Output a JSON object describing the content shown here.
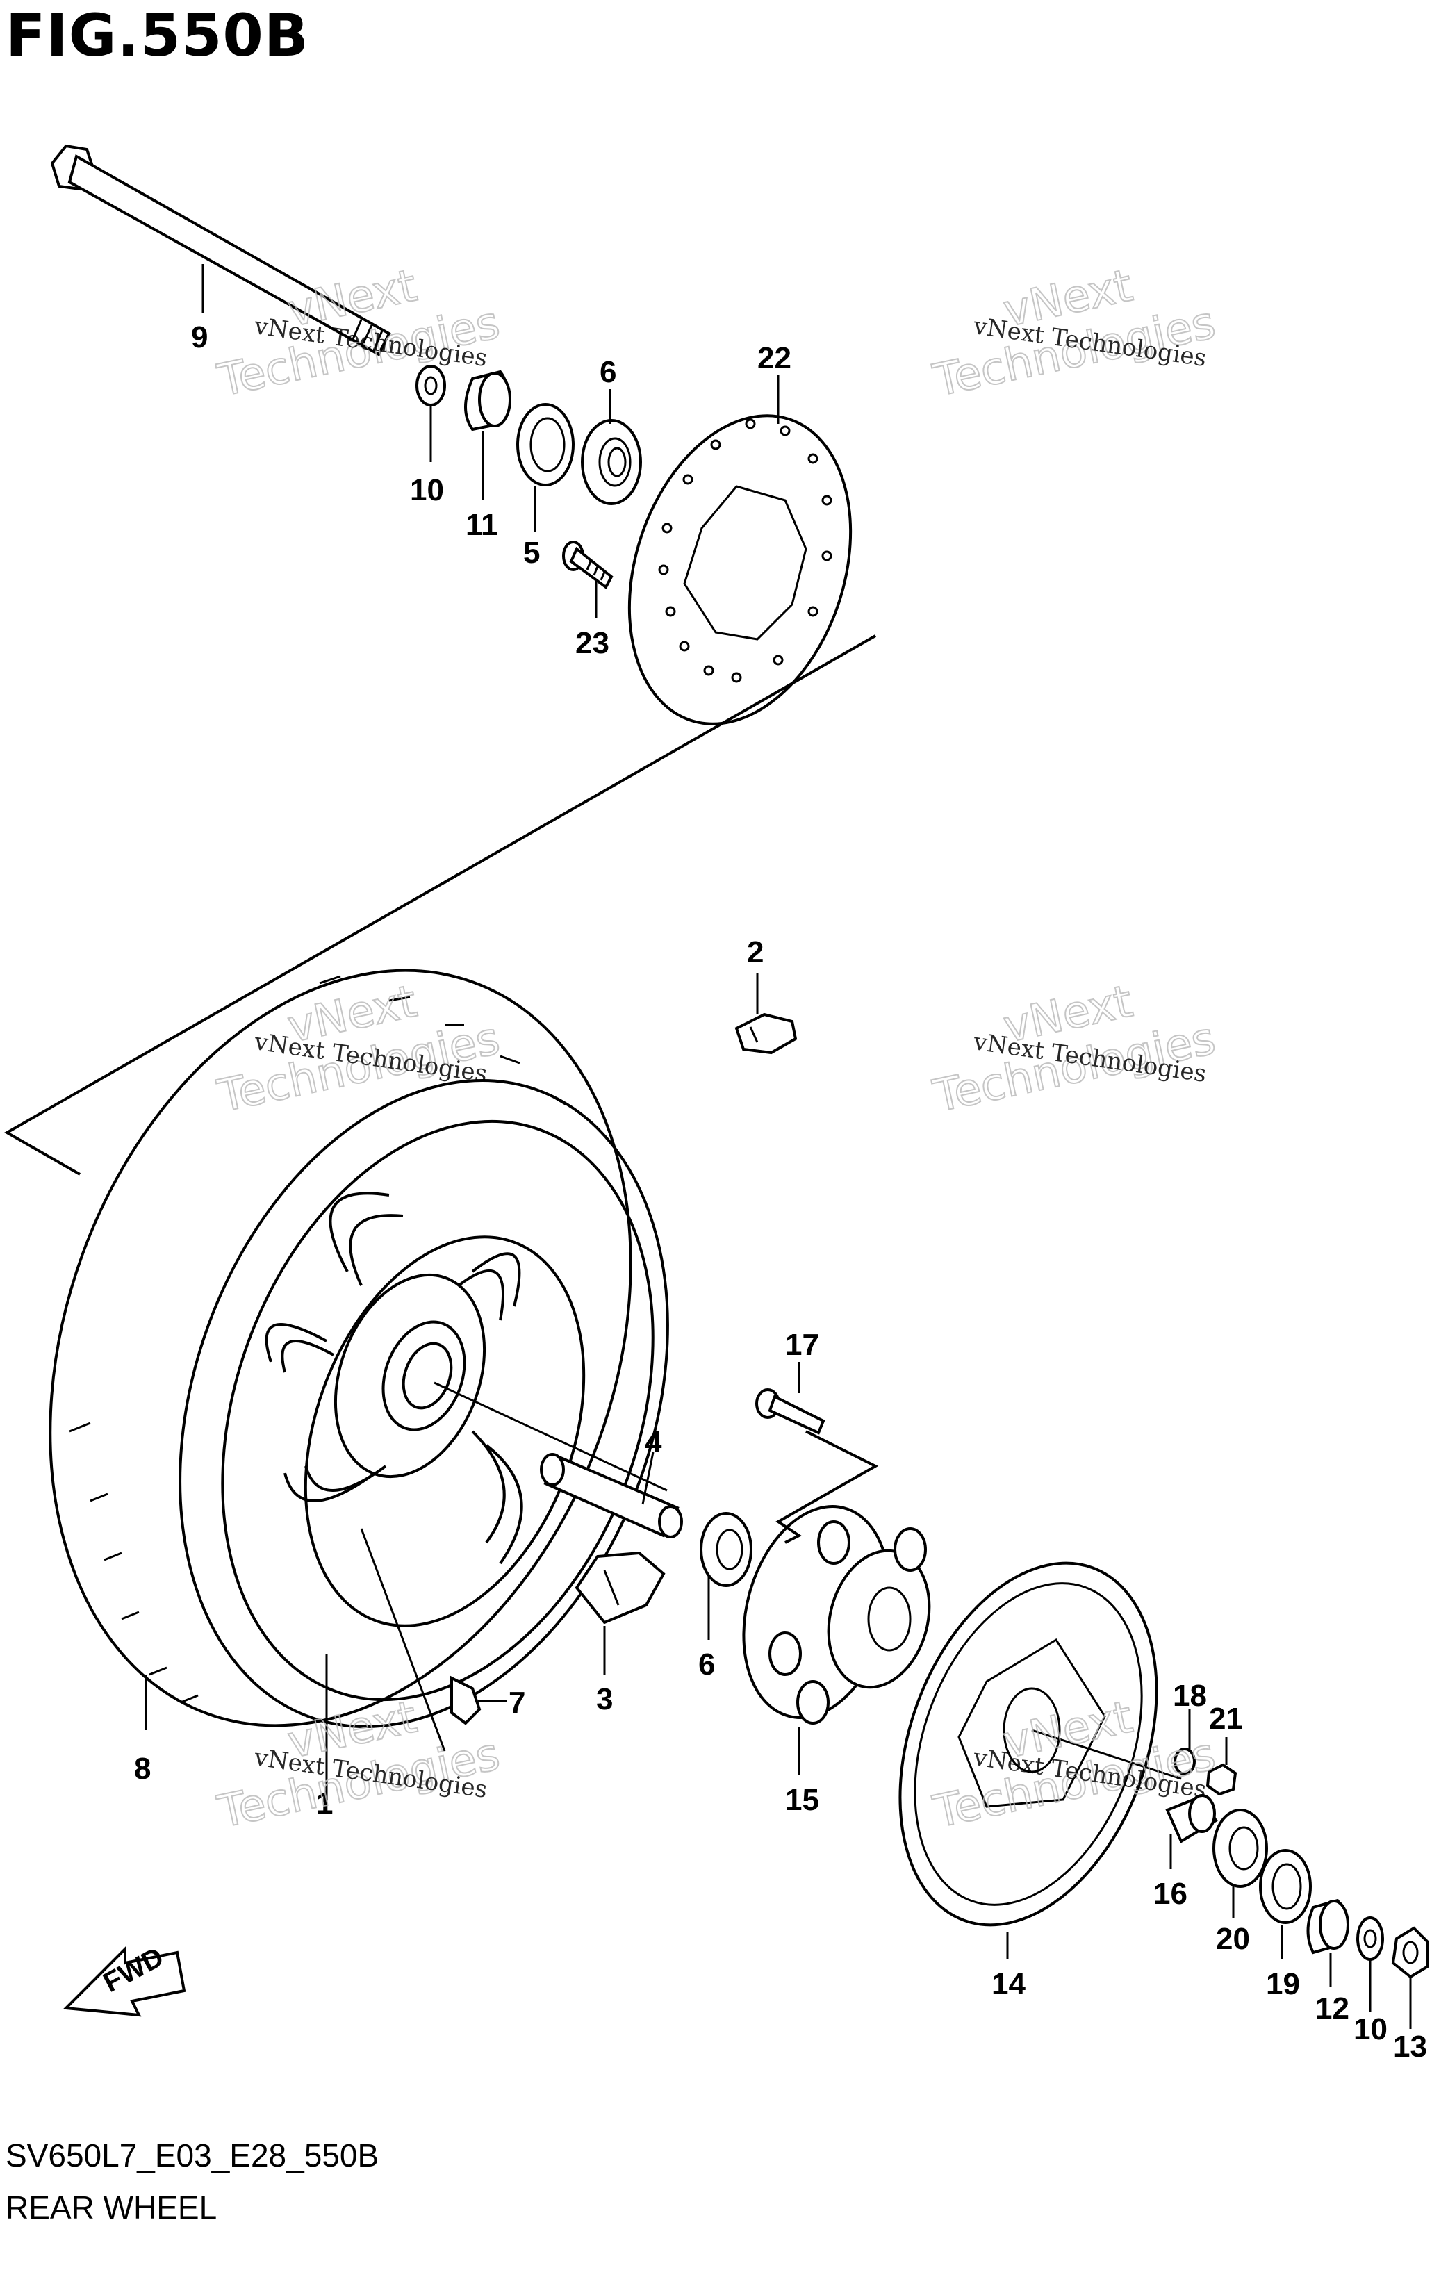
{
  "figure": {
    "title": "FIG.550B",
    "code": "SV650L7_E03_E28_550B",
    "name": "REAR WHEEL"
  },
  "watermark": {
    "text": "vNext Technologies",
    "line1": "vNext",
    "line2": "Technologies"
  },
  "fwd_label": "FWD",
  "callouts": [
    "1",
    "2",
    "3",
    "4",
    "5",
    "6",
    "6",
    "7",
    "8",
    "9",
    "10",
    "10",
    "11",
    "12",
    "13",
    "14",
    "15",
    "16",
    "17",
    "18",
    "19",
    "20",
    "21",
    "22",
    "23"
  ]
}
